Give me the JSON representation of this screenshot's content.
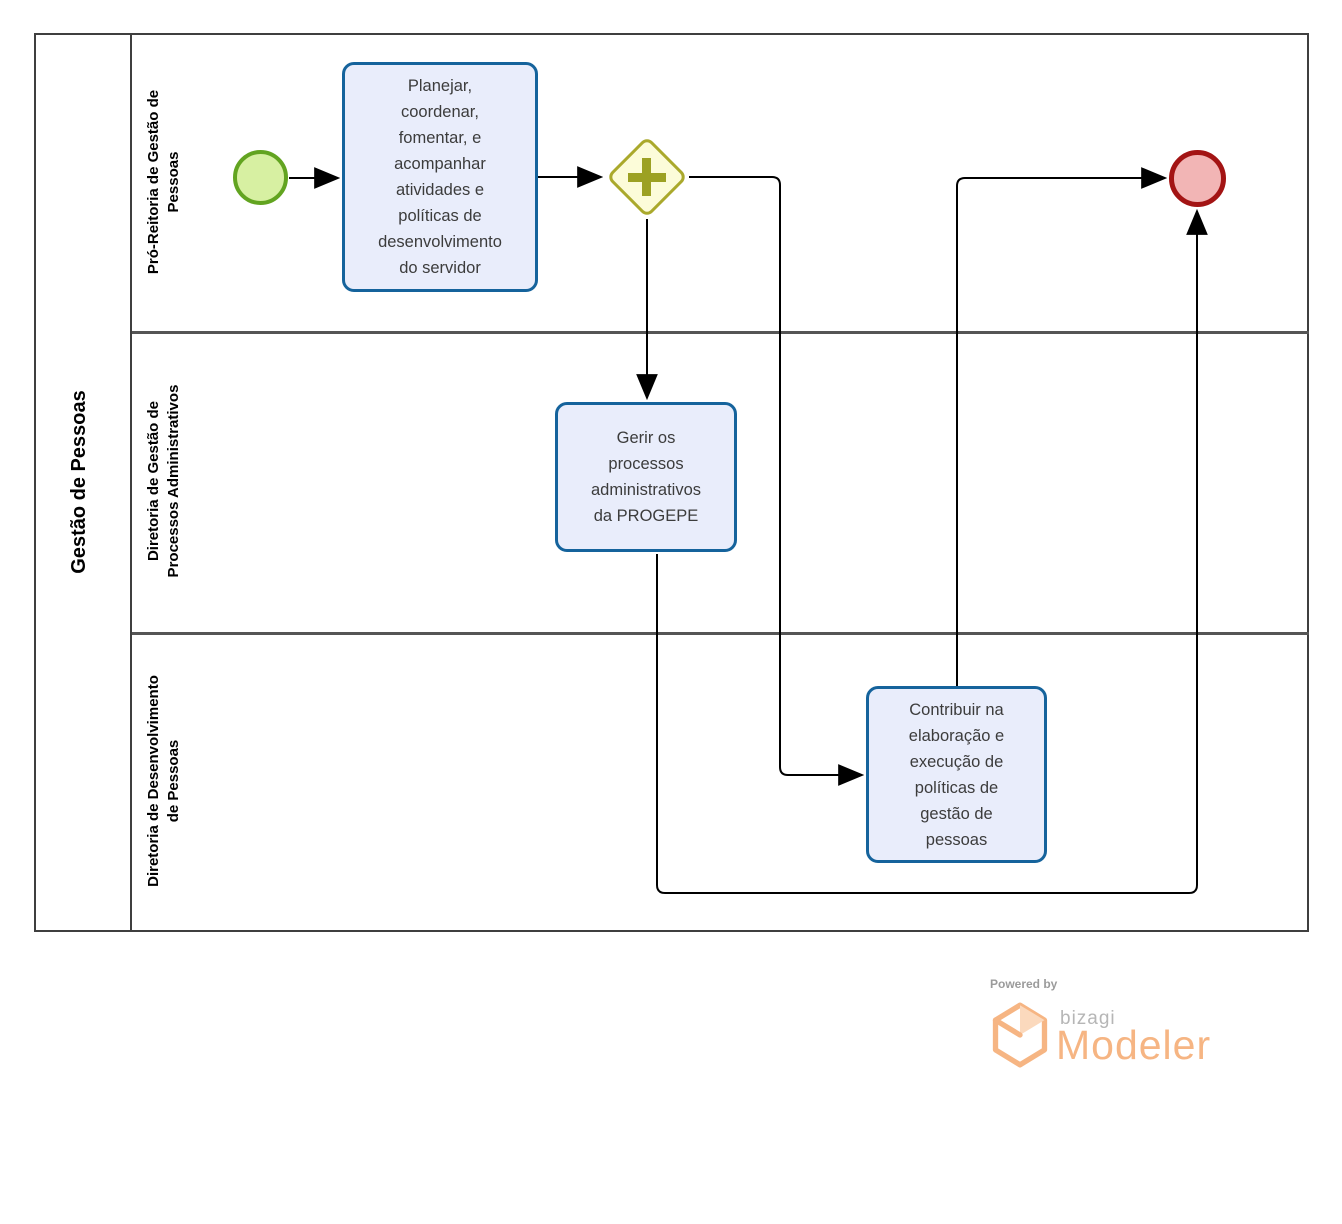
{
  "pool": {
    "label": "Gestão de Pessoas",
    "lanes": [
      {
        "label": "Pró-Reitoria de Gestão de Pessoas",
        "lines": [
          "Pró-Reitoria de Gestão de",
          "Pessoas"
        ]
      },
      {
        "label": "Diretoria de Gestão de Processos Administrativos",
        "lines": [
          "Diretoria de Gestão de",
          "Processos Administrativos"
        ]
      },
      {
        "label": "Diretoria de Desenvolvimento de Pessoas",
        "lines": [
          "Diretoria de Desenvolvimento",
          "de Pessoas"
        ]
      }
    ]
  },
  "nodes": {
    "task1": {
      "label": "Planejar, coordenar, fomentar, e acompanhar atividades e políticas de desenvolvimento do servidor",
      "lines": [
        "Planejar,",
        "coordenar,",
        "fomentar, e",
        "acompanhar",
        "atividades e",
        "políticas de",
        "desenvolvimento",
        "do servidor"
      ]
    },
    "task2": {
      "label": "Gerir os processos administrativos da PROGEPE",
      "lines": [
        "Gerir os",
        "processos",
        "administrativos",
        "da PROGEPE"
      ]
    },
    "task3": {
      "label": "Contribuir na elaboração e execução de políticas de gestão de pessoas",
      "lines": [
        "Contribuir na",
        "elaboração e",
        "execução de",
        "políticas de",
        "gestão de",
        "pessoas"
      ]
    },
    "start_event": "start-event",
    "end_event": "end-event",
    "gateway": "parallel-gateway"
  },
  "colors": {
    "task_fill": "#e9edfb",
    "task_border": "#15639c",
    "start_fill": "#d7f0a2",
    "start_border": "#62a420",
    "end_fill": "#f2b5b5",
    "end_border": "#a31414",
    "gateway_fill": "#fcfcd9",
    "gateway_border": "#aaa92c",
    "gateway_icon": "#9ca123",
    "flow_line": "#000000",
    "pool_border": "#3f3f3f",
    "brand_orange": "#f6b583",
    "brand_gray": "#b6b6b6",
    "powered_gray": "#9b9b9b"
  },
  "footer": {
    "powered_by": "Powered by",
    "brand": "bizagi",
    "product": "Modeler"
  }
}
